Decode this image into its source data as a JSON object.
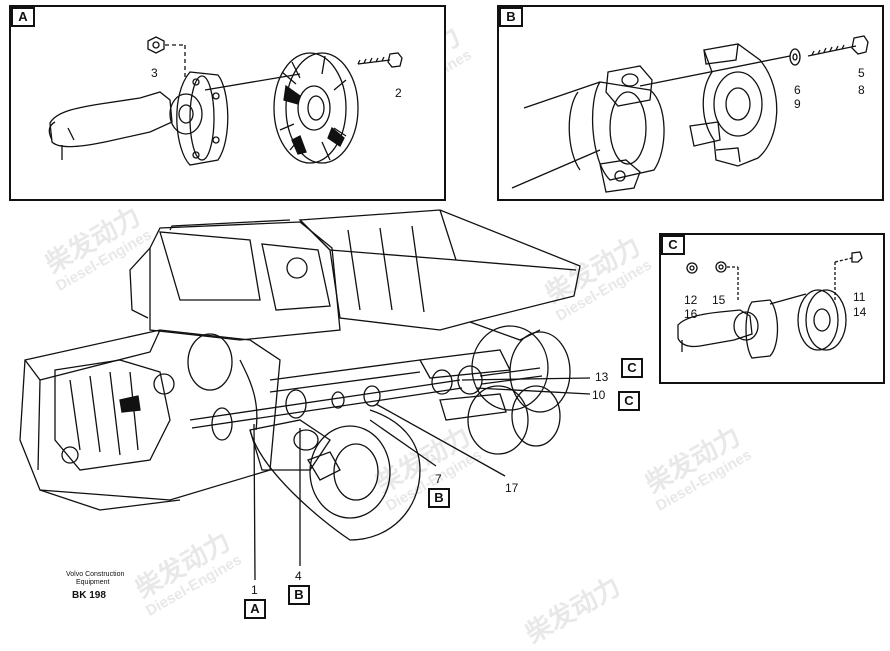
{
  "panels": {
    "a": {
      "tag": "A",
      "parts": [
        "3",
        "2"
      ]
    },
    "b": {
      "tag": "B",
      "parts": [
        "5",
        "8",
        "6",
        "9"
      ]
    },
    "c": {
      "tag": "C",
      "parts": [
        "12",
        "16",
        "15",
        "11",
        "14"
      ]
    }
  },
  "main": {
    "parts": [
      "13",
      "10",
      "7",
      "17",
      "1",
      "4"
    ],
    "callouts": [
      "C",
      "C",
      "B",
      "A",
      "B"
    ]
  },
  "footer": {
    "brand_line1": "Volvo Construction",
    "brand_line2": "Equipment",
    "code": "BK 198"
  },
  "watermark": {
    "text_cn": "柴发动力",
    "text_en": "Diesel-Engines"
  },
  "colors": {
    "line": "#111111",
    "watermark": "#969696"
  }
}
